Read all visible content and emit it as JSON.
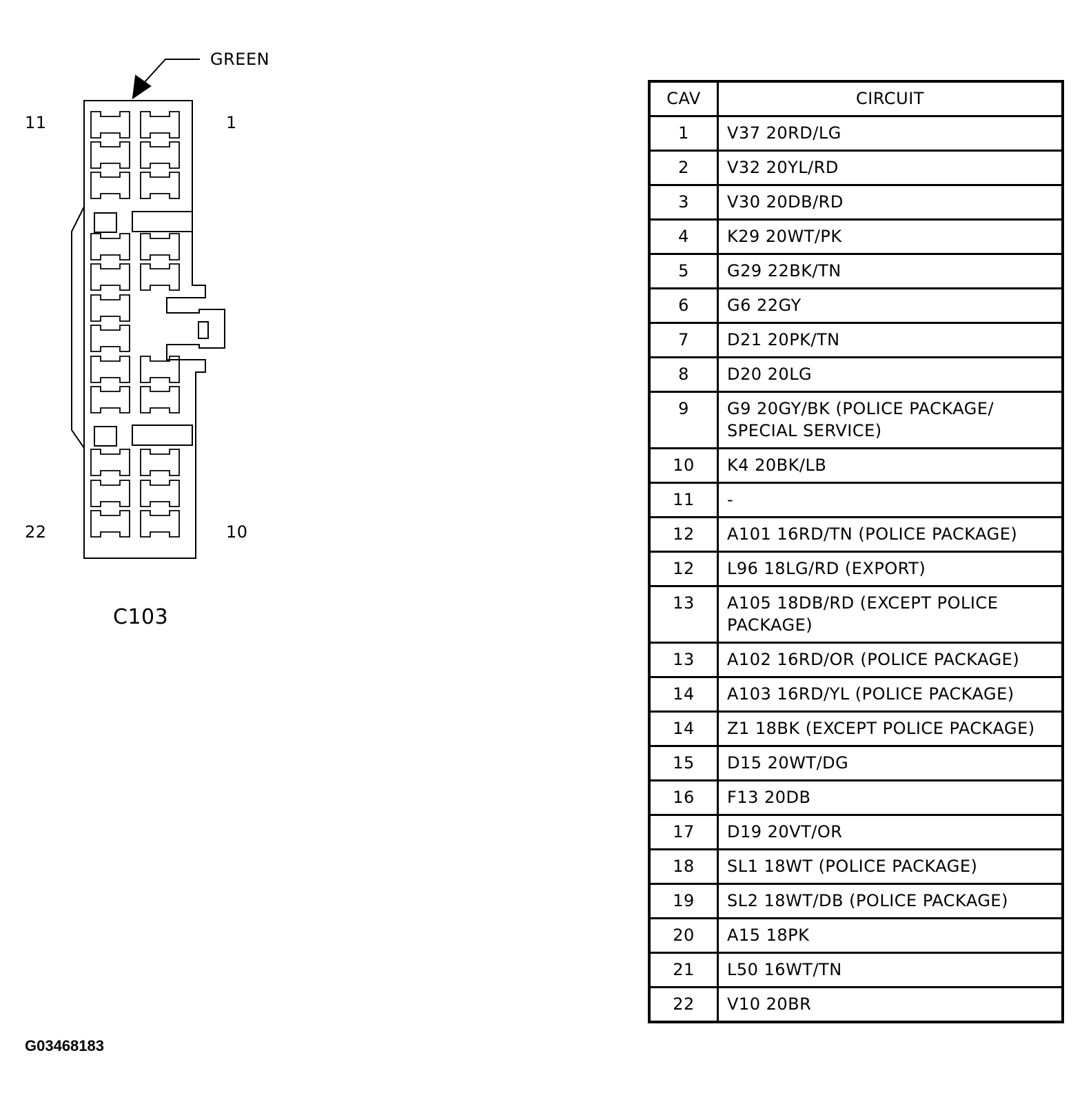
{
  "connector": {
    "name": "C103",
    "color_label": "GREEN",
    "corner_labels": {
      "top_left": "11",
      "top_right": "1",
      "bottom_left": "22",
      "bottom_right": "10"
    }
  },
  "figure_id": "G03468183",
  "table": {
    "headers": {
      "cav": "CAV",
      "circuit": "CIRCUIT"
    },
    "rows": [
      {
        "cav": "1",
        "circuit": "V37  20RD/LG"
      },
      {
        "cav": "2",
        "circuit": "V32  20YL/RD"
      },
      {
        "cav": "3",
        "circuit": "V30  20DB/RD"
      },
      {
        "cav": "4",
        "circuit": "K29  20WT/PK"
      },
      {
        "cav": "5",
        "circuit": "G29  22BK/TN"
      },
      {
        "cav": "6",
        "circuit": "G6  22GY"
      },
      {
        "cav": "7",
        "circuit": "D21  20PK/TN"
      },
      {
        "cav": "8",
        "circuit": "D20  20LG"
      },
      {
        "cav": "9",
        "circuit": "G9  20GY/BK (POLICE PACKAGE/ SPECIAL SERVICE)"
      },
      {
        "cav": "10",
        "circuit": "K4  20BK/LB"
      },
      {
        "cav": "11",
        "circuit": "-"
      },
      {
        "cav": "12",
        "circuit": "A101  16RD/TN (POLICE PACKAGE)"
      },
      {
        "cav": "12",
        "circuit": "L96  18LG/RD (EXPORT)"
      },
      {
        "cav": "13",
        "circuit": "A105  18DB/RD (EXCEPT POLICE PACKAGE)"
      },
      {
        "cav": "13",
        "circuit": "A102  16RD/OR (POLICE PACKAGE)"
      },
      {
        "cav": "14",
        "circuit": "A103  16RD/YL (POLICE PACKAGE)"
      },
      {
        "cav": "14",
        "circuit": "Z1  18BK (EXCEPT POLICE PACKAGE)"
      },
      {
        "cav": "15",
        "circuit": "D15  20WT/DG"
      },
      {
        "cav": "16",
        "circuit": "F13  20DB"
      },
      {
        "cav": "17",
        "circuit": "D19  20VT/OR"
      },
      {
        "cav": "18",
        "circuit": "SL1  18WT (POLICE PACKAGE)"
      },
      {
        "cav": "19",
        "circuit": "SL2  18WT/DB (POLICE PACKAGE)"
      },
      {
        "cav": "20",
        "circuit": "A15  18PK"
      },
      {
        "cav": "21",
        "circuit": "L50  16WT/TN"
      },
      {
        "cav": "22",
        "circuit": "V10  20BR"
      }
    ]
  }
}
